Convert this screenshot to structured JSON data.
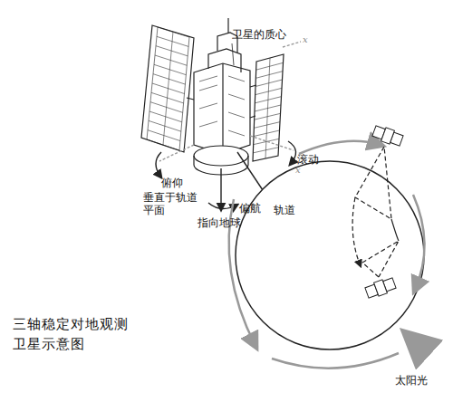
{
  "diagram": {
    "caption": "三轴稳定对地观测 卫星示意图",
    "labels": [
      "卫星的质心",
      "x",
      "俯仰",
      "滚动",
      "x",
      "垂直于轨道平面",
      "偏航",
      "轨道",
      "指向地球",
      "太阳光"
    ]
  }
}
